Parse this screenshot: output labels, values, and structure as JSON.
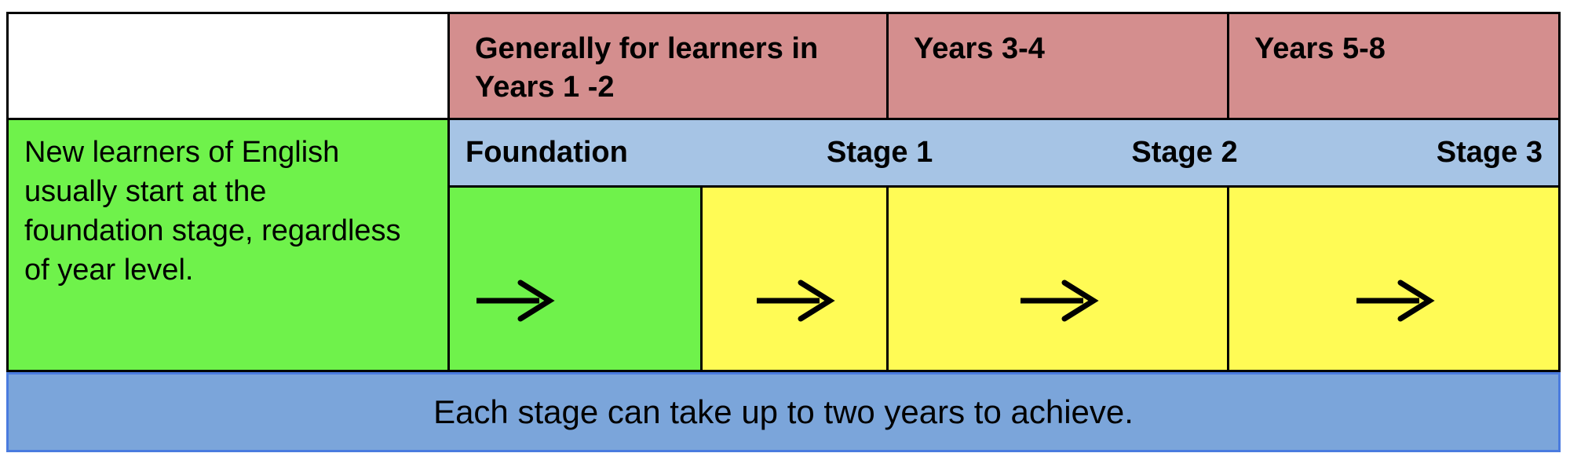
{
  "table": {
    "header": {
      "cells": [
        {
          "label": "Generally for learners in\nYears 1 -2"
        },
        {
          "label": "Years 3-4"
        },
        {
          "label": "Years 5-8"
        }
      ]
    },
    "note": {
      "text": "New learners of English\nusually start at the\nfoundation stage, regardless\nof year level."
    },
    "stages": {
      "labels": [
        "Foundation",
        "Stage 1",
        "Stage 2",
        "Stage 3"
      ]
    },
    "arrow_cells": [
      {
        "icon": "right-arrow",
        "background": "green"
      },
      {
        "icon": "right-arrow",
        "background": "yellow"
      },
      {
        "icon": "right-arrow",
        "background": "yellow"
      },
      {
        "icon": "right-arrow",
        "background": "yellow"
      }
    ],
    "footer": {
      "text": "Each stage can take up to two years to achieve."
    }
  },
  "colors": {
    "header_pink": "#D48E8E",
    "stage_band_blue": "#A6C4E5",
    "green": "#6FF24B",
    "yellow": "#FFFB55",
    "footer_blue_fill": "#7BA5DA",
    "footer_blue_border": "#4A7BDF",
    "border_black": "#000000"
  }
}
